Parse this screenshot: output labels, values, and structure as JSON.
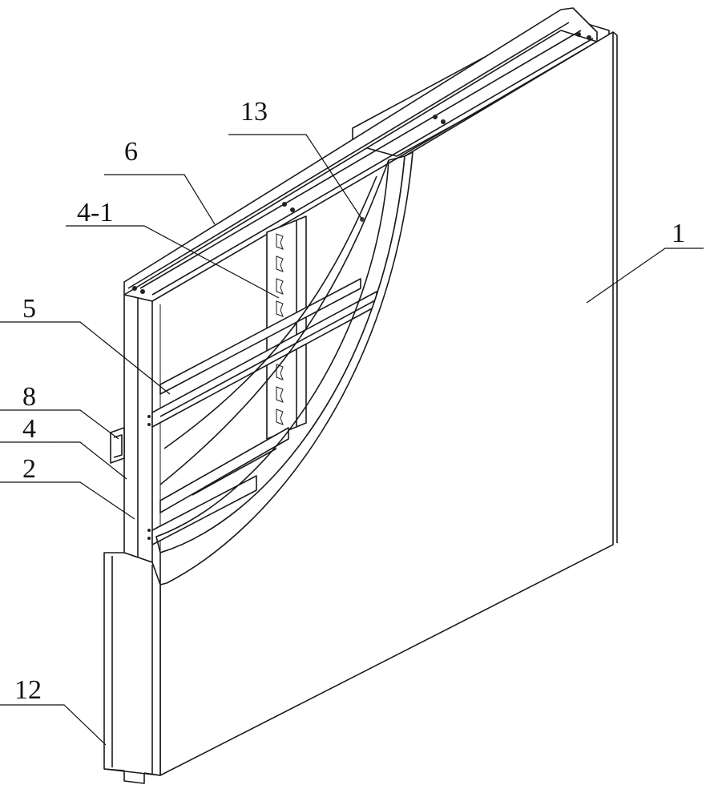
{
  "labels": {
    "l1": "1",
    "l2": "2",
    "l4": "4",
    "l4_1": "4-1",
    "l5": "5",
    "l6": "6",
    "l8": "8",
    "l12": "12",
    "l13": "13"
  }
}
